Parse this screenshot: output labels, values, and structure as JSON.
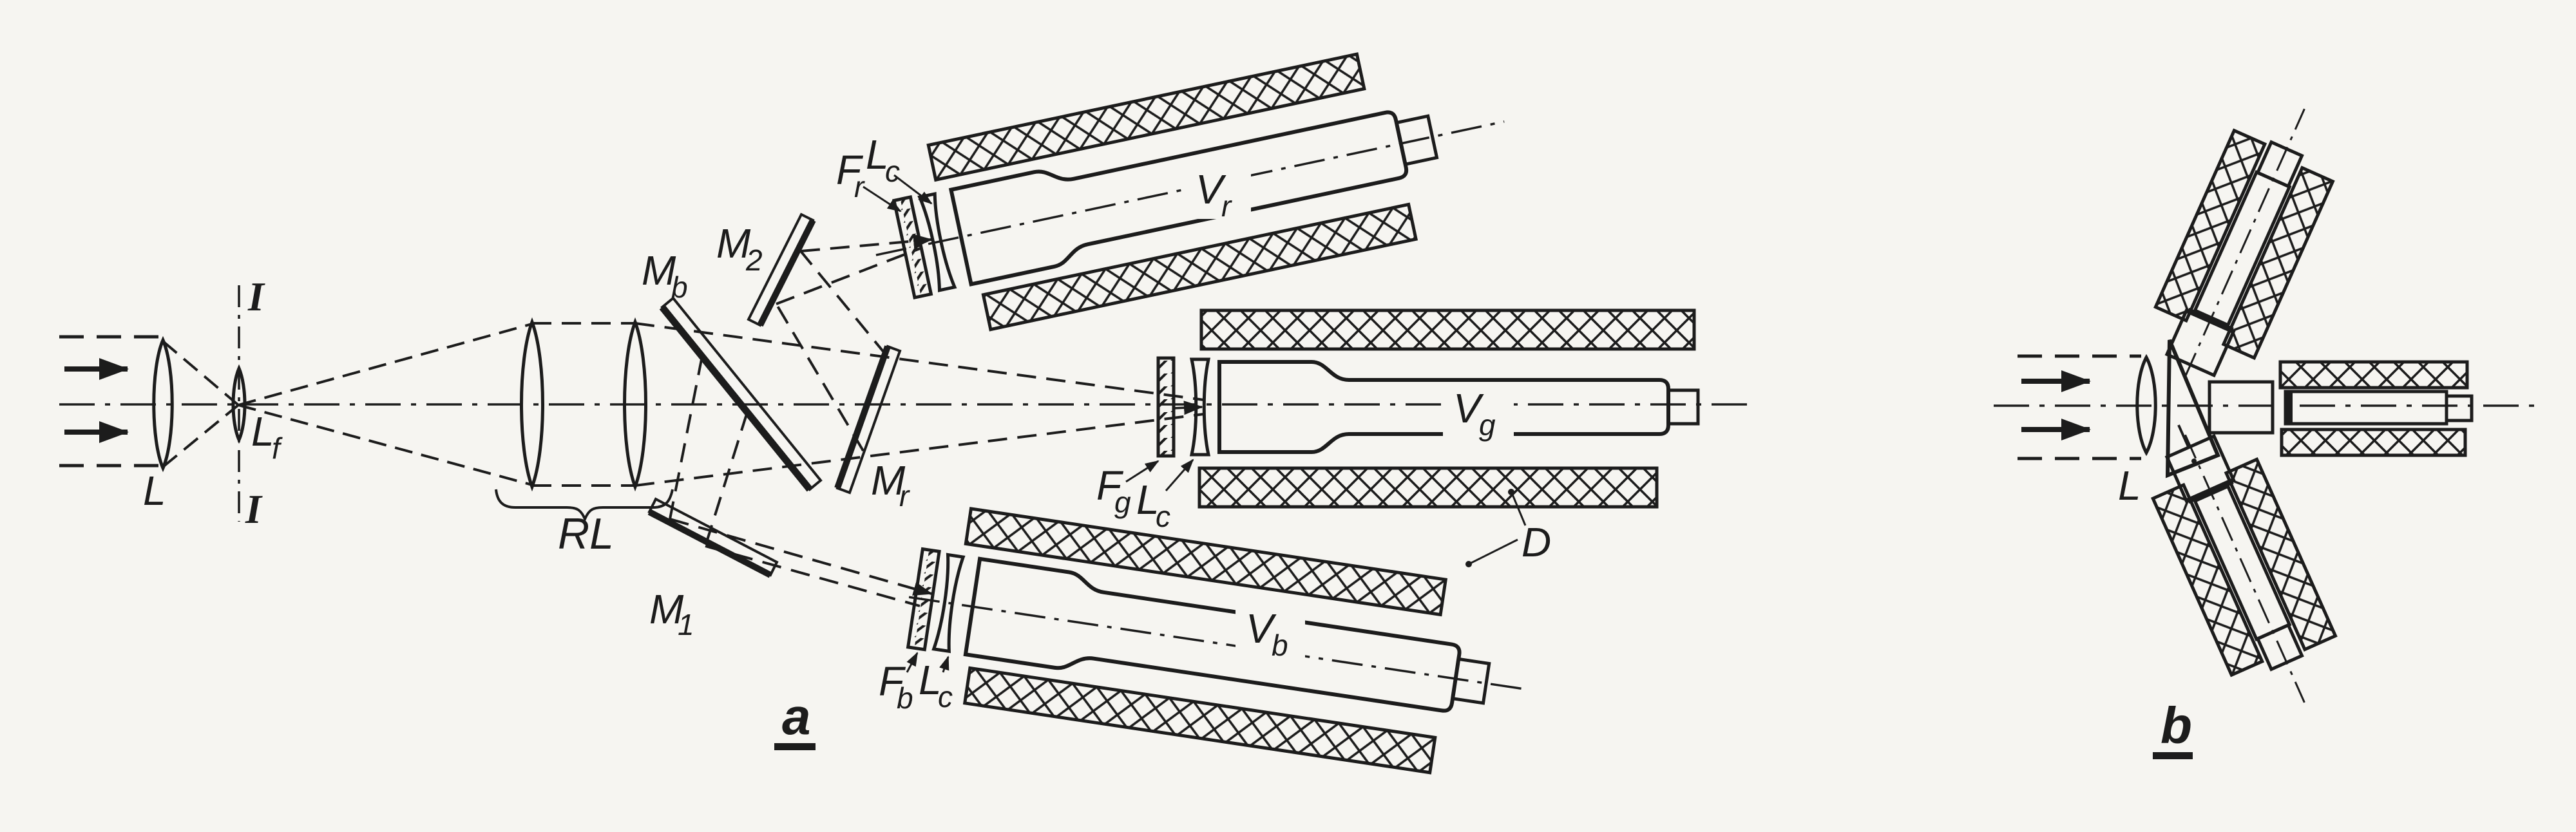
{
  "colors": {
    "ink": "#1c1c1c",
    "paper": "#f6f5f1"
  },
  "panel_a": {
    "label": "a",
    "lens": "L",
    "iris_top": "I",
    "iris_bottom": "I",
    "field_lens": {
      "main": "L",
      "sub": "f"
    },
    "relay_lens": "RL",
    "mirror_b": {
      "main": "M",
      "sub": "b"
    },
    "mirror_2": {
      "main": "M",
      "sub": "2"
    },
    "mirror_r": {
      "main": "M",
      "sub": "r"
    },
    "mirror_1": {
      "main": "M",
      "sub": "1"
    },
    "filter_r": {
      "main": "F",
      "sub": "r"
    },
    "filter_g": {
      "main": "F",
      "sub": "g"
    },
    "filter_b": {
      "main": "F",
      "sub": "b"
    },
    "camera_lens_r": {
      "main": "L",
      "sub": "c"
    },
    "camera_lens_g": {
      "main": "L",
      "sub": "c"
    },
    "camera_lens_b": {
      "main": "L",
      "sub": "c"
    },
    "tube_r": {
      "main": "V",
      "sub": "r"
    },
    "tube_g": {
      "main": "V",
      "sub": "g"
    },
    "tube_b": {
      "main": "V",
      "sub": "b"
    },
    "deflection_coils": "D"
  },
  "panel_b": {
    "label": "b",
    "lens": "L"
  }
}
